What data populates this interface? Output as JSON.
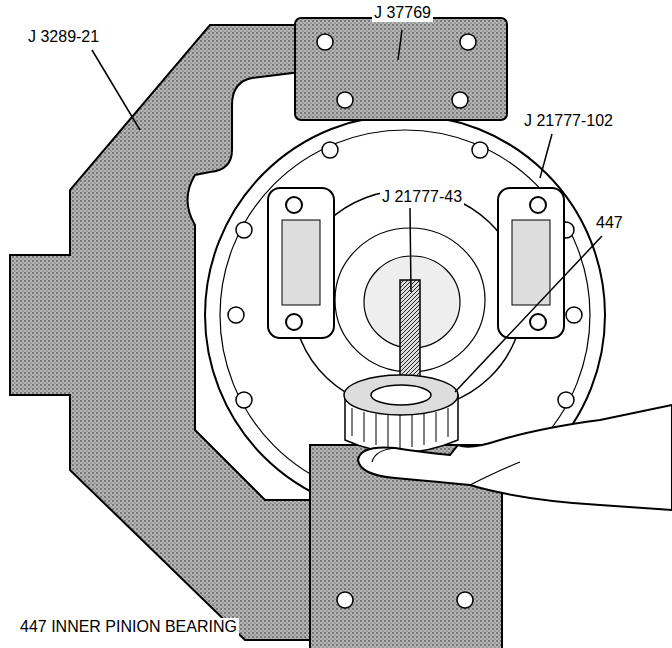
{
  "diagram": {
    "caption": "447 INNER PINION BEARING",
    "labels": [
      "J 37769",
      "J 3289-21",
      "J 21777-102",
      "J 21777-43",
      "447"
    ]
  }
}
